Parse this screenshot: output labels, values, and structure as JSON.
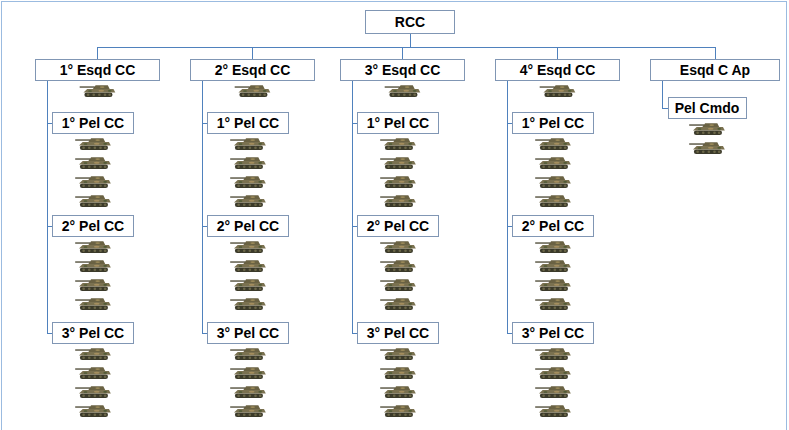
{
  "diagram": {
    "nodes": [
      {
        "text": [
          "RCC"
        ]
      },
      {
        "text": [
          "1° Esqd CC"
        ]
      },
      {
        "text": [
          "1° Pel CC"
        ]
      },
      {
        "text": [
          "2° Pel CC"
        ]
      },
      {
        "text": [
          "3° Pel CC"
        ]
      },
      {
        "text": [
          "2° Esqd CC"
        ]
      },
      {
        "text": [
          "1° Pel CC"
        ]
      },
      {
        "text": [
          "2° Pel CC"
        ]
      },
      {
        "text": [
          "3° Pel CC"
        ]
      },
      {
        "text": [
          "3° Esqd CC"
        ]
      },
      {
        "text": [
          "1° Pel CC"
        ]
      },
      {
        "text": [
          "2° Pel CC"
        ]
      },
      {
        "text": [
          "3° Pel CC"
        ]
      },
      {
        "text": [
          "4° Esqd CC"
        ]
      },
      {
        "text": [
          "1° Pel CC"
        ]
      },
      {
        "text": [
          "2° Pel CC"
        ]
      },
      {
        "text": [
          "3° Pel CC"
        ]
      },
      {
        "text": [
          "Esqd C Ap"
        ]
      },
      {
        "text": [
          "Pel Cmdo"
        ]
      }
    ],
    "edges": [
      {
        "from": 0,
        "to": 1,
        "arrow": "none"
      },
      {
        "from": 0,
        "to": 5,
        "arrow": "none"
      },
      {
        "from": 0,
        "to": 9,
        "arrow": "none"
      },
      {
        "from": 0,
        "to": 13,
        "arrow": "none"
      },
      {
        "from": 0,
        "to": 17,
        "arrow": "none"
      },
      {
        "from": 1,
        "to": 2,
        "arrow": "none"
      },
      {
        "from": 1,
        "to": 3,
        "arrow": "none"
      },
      {
        "from": 1,
        "to": 4,
        "arrow": "none"
      },
      {
        "from": 5,
        "to": 6,
        "arrow": "none"
      },
      {
        "from": 5,
        "to": 7,
        "arrow": "none"
      },
      {
        "from": 5,
        "to": 8,
        "arrow": "none"
      },
      {
        "from": 9,
        "to": 10,
        "arrow": "none"
      },
      {
        "from": 9,
        "to": 11,
        "arrow": "none"
      },
      {
        "from": 9,
        "to": 12,
        "arrow": "none"
      },
      {
        "from": 13,
        "to": 14,
        "arrow": "none"
      },
      {
        "from": 13,
        "to": 15,
        "arrow": "none"
      },
      {
        "from": 13,
        "to": 16,
        "arrow": "none"
      },
      {
        "from": 17,
        "to": 18,
        "arrow": "none"
      }
    ]
  }
}
